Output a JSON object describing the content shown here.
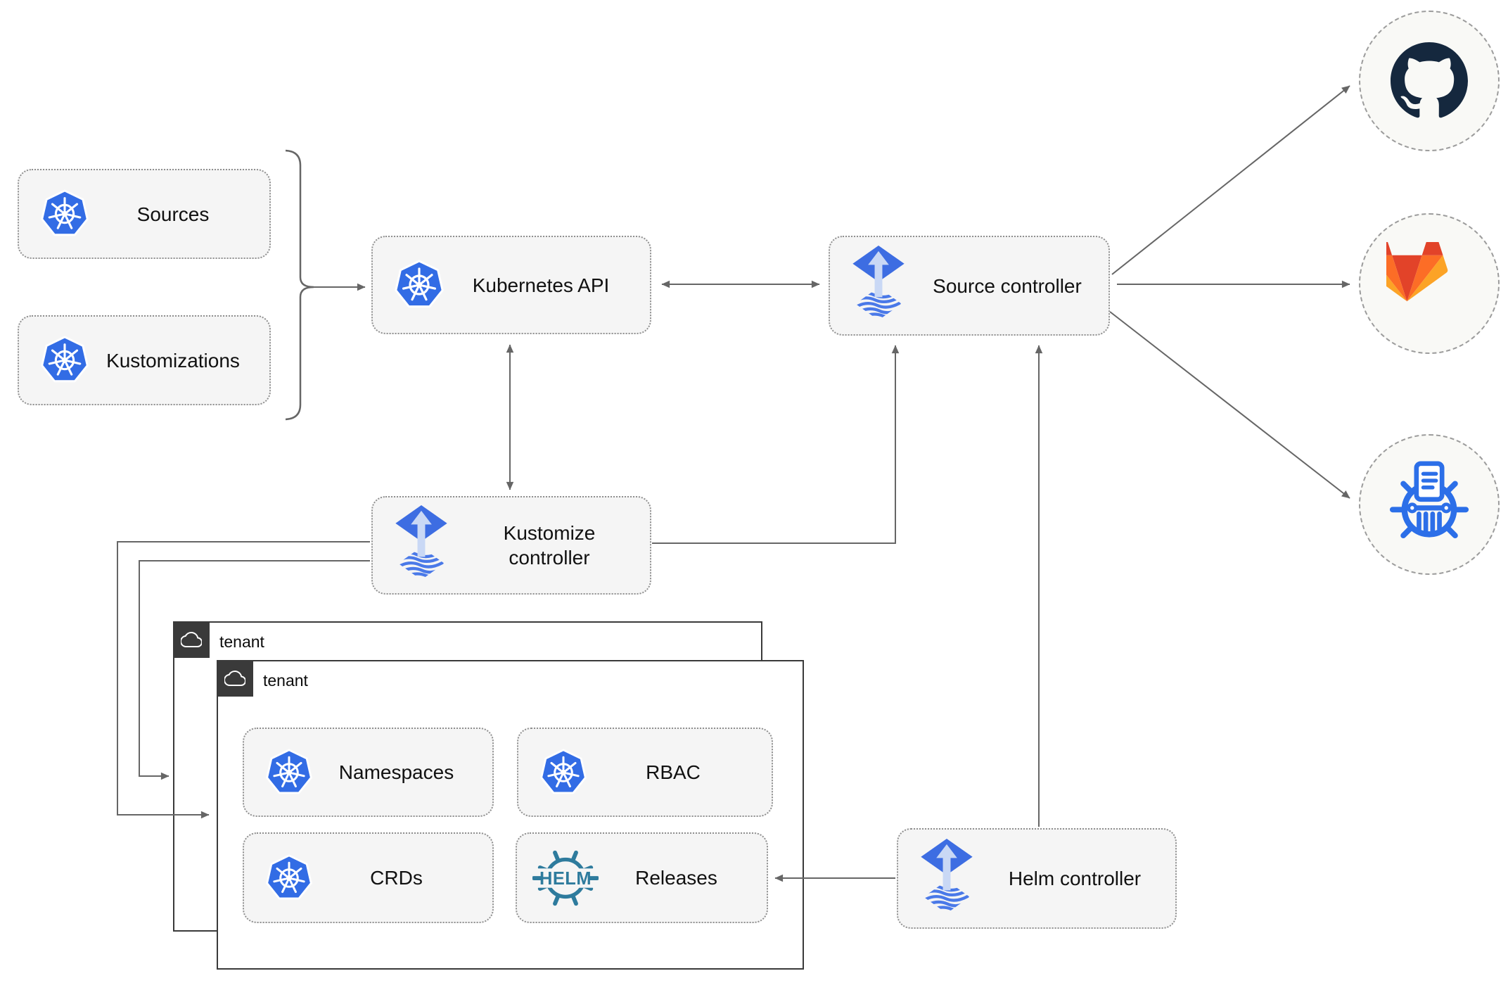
{
  "diagram": {
    "nodes": {
      "sources": {
        "label": "Sources",
        "icon": "kubernetes"
      },
      "kustomizations": {
        "label": "Kustomizations",
        "icon": "kubernetes"
      },
      "kubernetes_api": {
        "label": "Kubernetes API",
        "icon": "kubernetes"
      },
      "source_controller": {
        "label": "Source controller",
        "icon": "flux"
      },
      "kustomize_controller": {
        "label": "Kustomize controller",
        "icon": "flux"
      },
      "helm_controller": {
        "label": "Helm controller",
        "icon": "flux"
      },
      "namespaces": {
        "label": "Namespaces",
        "icon": "kubernetes"
      },
      "rbac": {
        "label": "RBAC",
        "icon": "kubernetes"
      },
      "crds": {
        "label": "CRDs",
        "icon": "kubernetes"
      },
      "releases": {
        "label": "Releases",
        "icon": "helm",
        "icon_text": "HELM"
      }
    },
    "tenants": {
      "outer": {
        "label": "tenant"
      },
      "inner": {
        "label": "tenant"
      }
    },
    "targets": {
      "github": {
        "icon": "github"
      },
      "gitlab": {
        "icon": "gitlab"
      },
      "registry": {
        "icon": "kubernetes-registry"
      }
    },
    "colors": {
      "kubernetes_blue": "#326CE5",
      "flux_blue": "#3D6DE2",
      "flux_wave_blue": "#4A79E8",
      "flux_arrow_light": "#C9D8F5",
      "helm_teal": "#2E7B9D",
      "github_navy": "#15283E",
      "gitlab_red_orange": "#E24329",
      "gitlab_orange": "#FC6D26",
      "gitlab_light_orange": "#FCA326",
      "registry_blue": "#2C6FE8",
      "edge_gray": "#666666",
      "node_fill": "#F5F5F5",
      "node_border": "#8F8F8F",
      "tenant_border": "#3A3A3A"
    }
  }
}
